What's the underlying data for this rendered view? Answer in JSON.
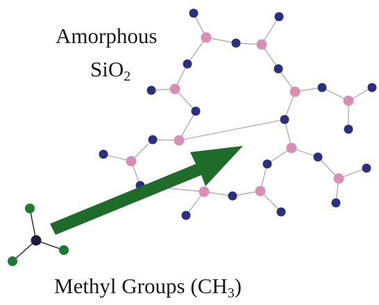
{
  "labels": {
    "amorphous_line1": "Amorphous",
    "amorphous_line2_main": "SiO",
    "amorphous_line2_sub": "2",
    "methyl_main": "Methyl Groups (CH",
    "methyl_sub": "3",
    "methyl_close": ")"
  },
  "colors": {
    "silicon_atom": "#d98fb4",
    "oxygen_atom": "#2b2f7e",
    "bond": "#b8a8b8",
    "arrow": "#1e6b2a",
    "methyl_center": "#1b1b3a",
    "methyl_hydrogen": "#1f7a36"
  }
}
